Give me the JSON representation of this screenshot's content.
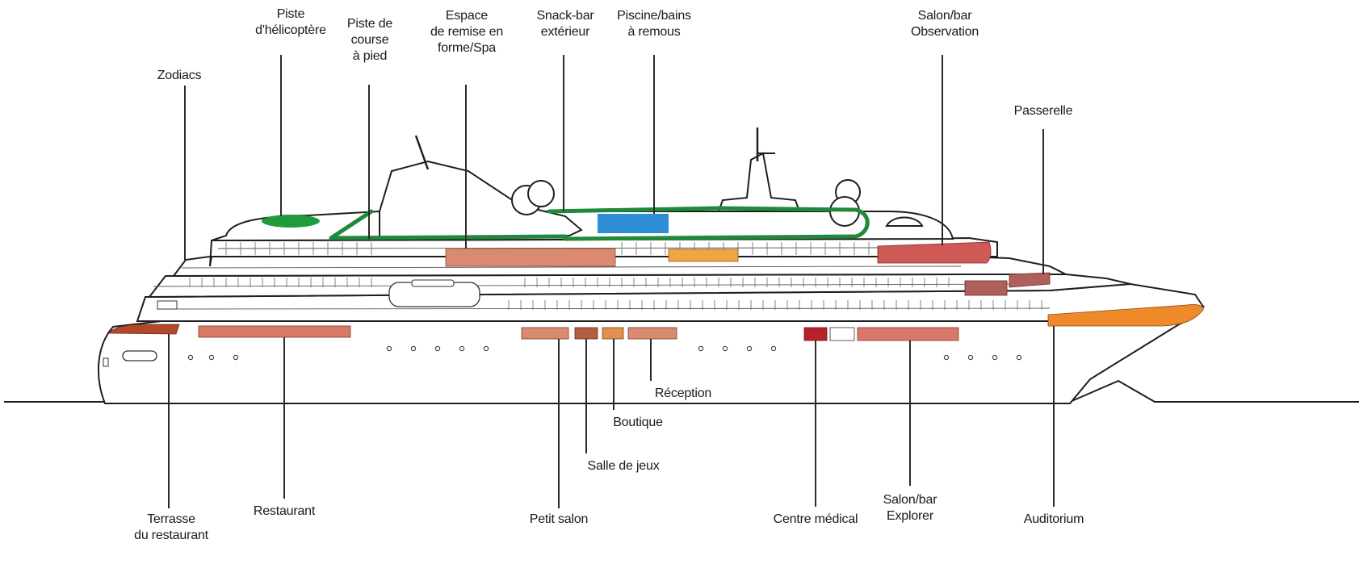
{
  "labels": {
    "zodiacs": [
      "Zodiacs"
    ],
    "helipad": [
      "Piste",
      "d'hélicoptère"
    ],
    "track": [
      "Piste de",
      "course",
      "à pied"
    ],
    "spa": [
      "Espace",
      "de remise en",
      "forme/Spa"
    ],
    "snackbar": [
      "Snack-bar",
      "extérieur"
    ],
    "pool": [
      "Piscine/bains",
      "à remous"
    ],
    "observation": [
      "Salon/bar",
      "Observation"
    ],
    "bridge": [
      "Passerelle"
    ],
    "terrace": [
      "Terrasse",
      "du restaurant"
    ],
    "restaurant": [
      "Restaurant"
    ],
    "petitsalon": [
      "Petit salon"
    ],
    "games": [
      "Salle de jeux"
    ],
    "boutique": [
      "Boutique"
    ],
    "reception": [
      "Réception"
    ],
    "medical": [
      "Centre médical"
    ],
    "explorer": [
      "Salon/bar",
      "Explorer"
    ],
    "auditorium": [
      "Auditorium"
    ]
  },
  "colors": {
    "track_green": "#1f8a3a",
    "helipad_green": "#1f9a3c",
    "pool_blue": "#2f8fd6",
    "spa_salmon": "#d98a70",
    "snack_orange": "#f0a640",
    "observation_red": "#cf5a55",
    "bridge_mauve": "#b0605a",
    "terrace_rust": "#b2472a",
    "restaurant_salmon": "#d97a66",
    "medical_red": "#b8222b",
    "explorer_salmon": "#d9776a",
    "auditorium_orange": "#ee8a2a",
    "brown_small": "#b06040"
  }
}
